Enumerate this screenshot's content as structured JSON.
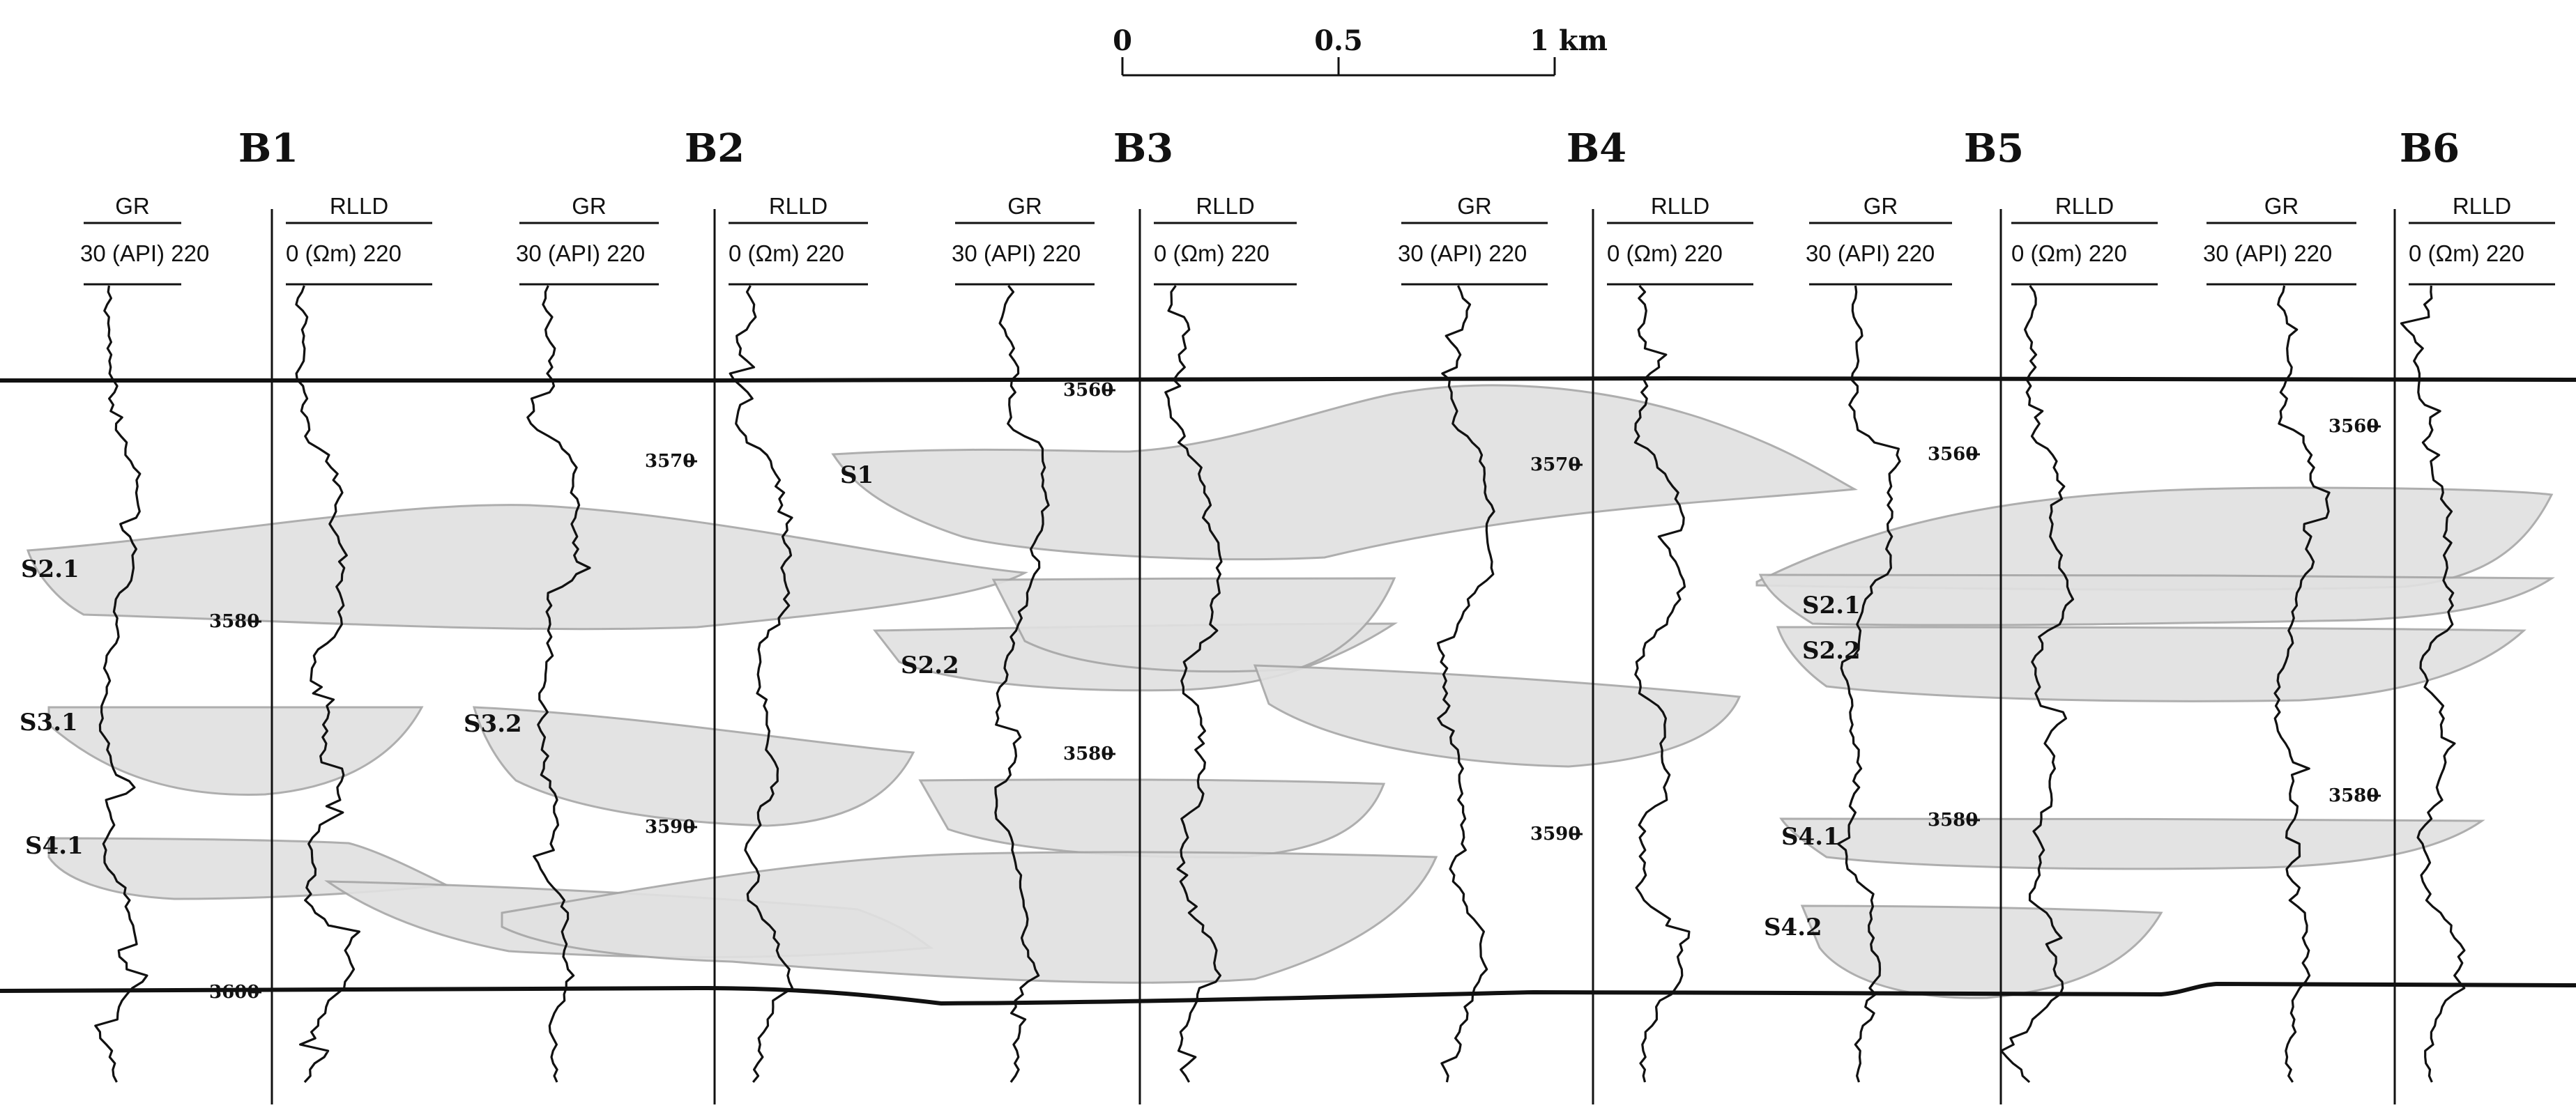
{
  "scale_bar": {
    "labels": [
      "0",
      "0.5",
      "1 km"
    ]
  },
  "wells": [
    {
      "id": "B1",
      "gr_label": "GR",
      "gr_range": "30 (API) 220",
      "rlld_label": "RLLD",
      "rlld_range": "0  (Ωm) 220",
      "depth_ticks": [
        "3580",
        "3600"
      ]
    },
    {
      "id": "B2",
      "gr_label": "GR",
      "gr_range": "30 (API) 220",
      "rlld_label": "RLLD",
      "rlld_range": "0  (Ωm) 220",
      "depth_ticks": [
        "3570",
        "3590"
      ]
    },
    {
      "id": "B3",
      "gr_label": "GR",
      "gr_range": "30 (API) 220",
      "rlld_label": "RLLD",
      "rlld_range": "0  (Ωm) 220",
      "depth_ticks": [
        "3560",
        "3580"
      ]
    },
    {
      "id": "B4",
      "gr_label": "GR",
      "gr_range": "30 (API) 220",
      "rlld_label": "RLLD",
      "rlld_range": "0  (Ωm) 220",
      "depth_ticks": [
        "3570",
        "3590"
      ]
    },
    {
      "id": "B5",
      "gr_label": "GR",
      "gr_range": "30 (API) 220",
      "rlld_label": "RLLD",
      "rlld_range": "0  (Ωm) 220",
      "depth_ticks": [
        "3560",
        "3580"
      ]
    },
    {
      "id": "B6",
      "gr_label": "GR",
      "gr_range": "30 (API) 220",
      "rlld_label": "RLLD",
      "rlld_range": "0  (Ωm) 220",
      "depth_ticks": [
        "3560",
        "3580"
      ]
    }
  ],
  "sand_bodies": [
    "S1",
    "S2.1",
    "S2.2",
    "S3.1",
    "S3.2",
    "S4.1",
    "S4.2"
  ],
  "colors": {
    "line": "#111111",
    "sand_fill": "#e1e1e1",
    "sand_edge": "#a6a6a6"
  }
}
